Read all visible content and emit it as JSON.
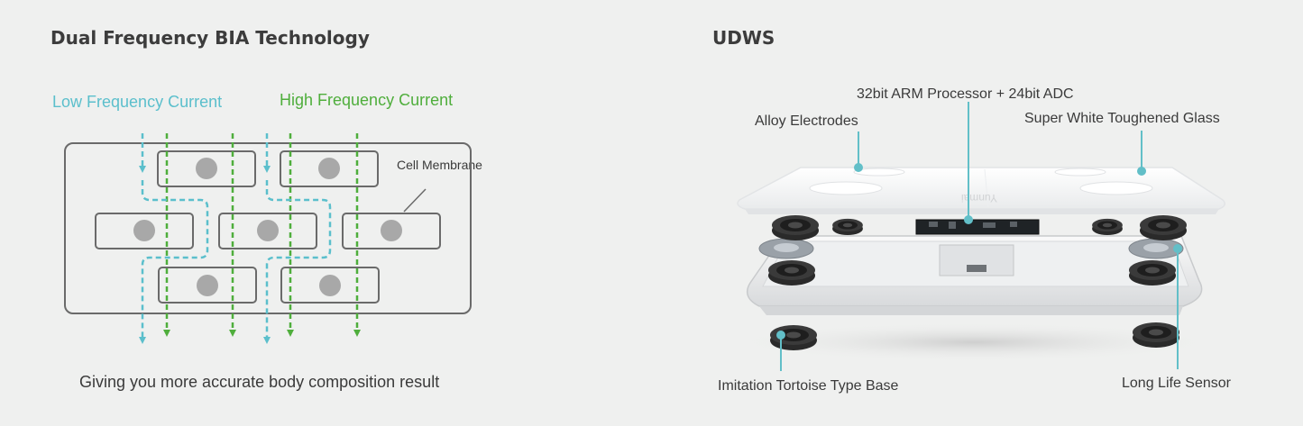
{
  "left_panel": {
    "title": "Dual Frequency BIA Technology",
    "low_frequency_label": "Low Frequency Current",
    "high_frequency_label": "High Frequency Current",
    "cell_label": "Cell Membrane",
    "caption": "Giving you more accurate body composition result",
    "colors": {
      "low_frequency": "#5bbfcc",
      "high_frequency": "#4fae3c",
      "cell_outline": "#6a6a6a",
      "nucleus": "#a8a8a8"
    }
  },
  "right_panel": {
    "title": "UDWS",
    "callouts": {
      "processor": "32bit ARM Processor + 24bit ADC",
      "electrodes": "Alloy Electrodes",
      "glass": "Super White Toughened Glass",
      "base": "Imitation Tortoise Type Base",
      "sensor": "Long Life Sensor"
    },
    "glass_brand_text": "Yunmai",
    "colors": {
      "callout_line": "#62bfc8"
    }
  }
}
